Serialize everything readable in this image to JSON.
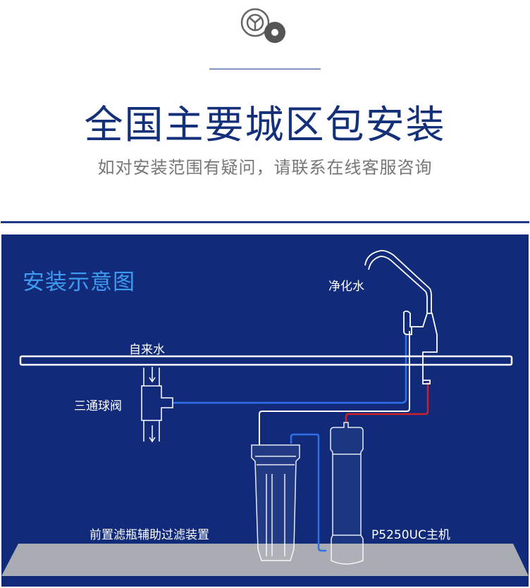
{
  "header": {
    "icon": "gears-icon",
    "title": "全国主要城区包安装",
    "subtitle": "如对安装范围有疑问，请联系在线客服咨询"
  },
  "diagram": {
    "title": "安装示意图",
    "labels": {
      "purified_water": "净化水",
      "tap_water": "自来水",
      "tee_valve": "三通球阀",
      "pre_filter": "前置滤瓶辅助过滤装置",
      "main_unit": "P5250UC主机"
    },
    "colors": {
      "background": "#112b7a",
      "title": "#3d9bef",
      "inlet_line": "#2f6fe8",
      "outlet_line": "#d0202a",
      "floor": "#b3b3b7"
    }
  }
}
